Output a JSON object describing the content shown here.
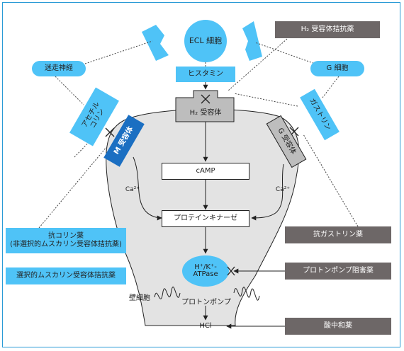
{
  "diagram": {
    "ecl_cell": "ECL 細胞",
    "histamine": "ヒスタミン",
    "vagus_nerve": "迷走神経",
    "g_cell": "G 細胞",
    "h2_antagonist": "H₂ 受容体拮抗薬",
    "h2_receptor": "H₂ 受容体",
    "acetylcholine": "アセチルコリン",
    "m_receptor": "M 受容体",
    "gastrin": "ガストリン",
    "g_receptor": "G 受容体",
    "camp": "cAMP",
    "ca_left": "Ca²⁺",
    "ca_right": "Ca²⁺",
    "protein_kinase": "プロテインキナーゼ",
    "anticholinergic_line1": "抗コリン薬",
    "anticholinergic_line2": "(非選択的ムスカリン受容体拮抗薬)",
    "selective_muscarinic": "選択的ムスカリン受容体拮抗薬",
    "antigastrin": "抗ガストリン薬",
    "atpase_line1": "H⁺/K⁺-",
    "atpase_line2": "ATPase",
    "ppi": "プロトンポンプ阻害薬",
    "parietal_cell": "壁細胞",
    "proton_pump": "プロトンポンプ",
    "hcl": "HCl",
    "antacid": "酸中和薬"
  },
  "colors": {
    "light_blue": "#4fc3f7",
    "navy": "#1b6fc2",
    "gray": "#6d6767",
    "cell_fill": "#e3e3e3",
    "frame": "#2a9bd6"
  }
}
